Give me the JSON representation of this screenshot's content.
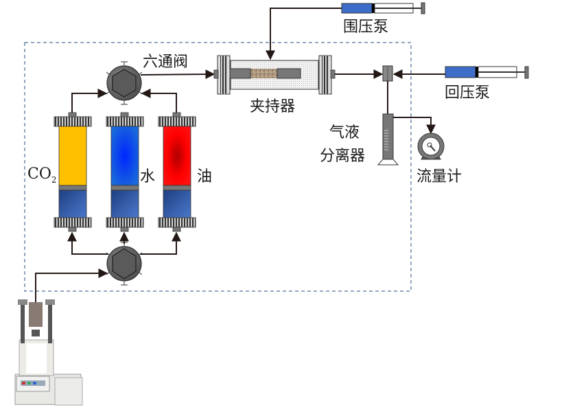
{
  "labels": {
    "six_way_valve": "六通阀",
    "core_holder": "夹持器",
    "confining_pump": "围压泵",
    "back_pressure_pump": "回压泵",
    "separator_line1": "气液",
    "separator_line2": "分离器",
    "flow_meter": "流量计",
    "co2_main": "CO",
    "co2_sub": "2",
    "water": "水",
    "oil": "油"
  },
  "colors": {
    "co2_fluid": "#ffc000",
    "water_fluid": "#0a5ee0",
    "oil_fluid": "#ff0a0a",
    "piston_fluid": "#3a62b0",
    "pump_barrel": "#3e6cc9",
    "valve": "#6b6b6b",
    "dashed_border": "#6e88aa"
  }
}
